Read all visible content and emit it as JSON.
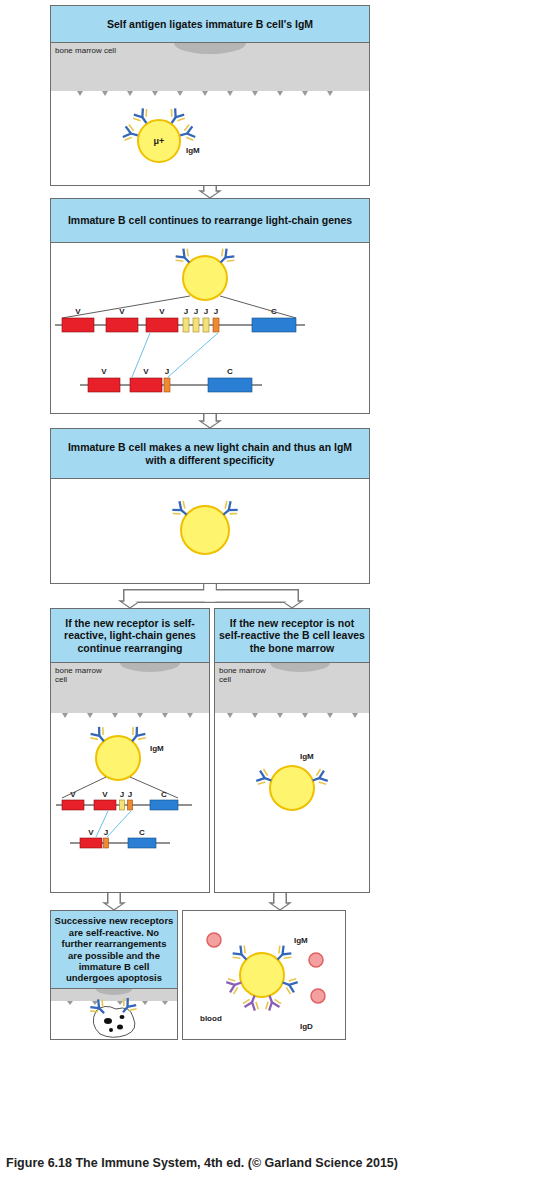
{
  "diagram": {
    "caption": "Figure 6.18 The Immune System, 4th ed. (© Garland Science 2015)",
    "nodes": [
      {
        "text": [
          "Self antigen ligates immature B cell's IgM",
          "IgM"
        ]
      },
      {
        "text": [
          "bone marrow cell"
        ],
        "in": 0
      },
      {
        "text": [
          "μ+"
        ],
        "in": 0
      },
      {
        "text": [
          "Immature B cell continues to rearrange light-chain genes",
          "V",
          "V",
          "V",
          "J",
          "J",
          "J",
          "J",
          "C",
          "V",
          "V",
          "J",
          "C"
        ]
      },
      {
        "text": [
          "Immature B cell makes a new light chain and thus an IgM with a different specificity"
        ]
      },
      {
        "text": [
          "If the new receptor is self-reactive, light-chain genes continue rearranging",
          "IgM",
          "V",
          "V",
          "J",
          "J",
          "C",
          "V",
          "J",
          "C"
        ]
      },
      {
        "text": [
          "bone marrow cell"
        ],
        "in": 5
      },
      {
        "text": [
          "If the new receptor is not self-reactive the B cell leaves the bone marrow",
          "IgM"
        ]
      },
      {
        "text": [
          "bone marrow cell"
        ],
        "in": 7
      },
      {
        "text": [
          "Successive new receptors are self-reactive. No further rearrangements are possible and the immature B cell undergoes apoptosis"
        ]
      },
      {
        "text": [
          "IgM",
          "blood",
          "IgD"
        ]
      }
    ],
    "edges": [
      {
        "from": 0,
        "to": 3,
        "arrow": "to"
      },
      {
        "from": 3,
        "to": 4,
        "arrow": "to"
      },
      {
        "from": 4,
        "to": 5,
        "arrow": "to"
      },
      {
        "from": 4,
        "to": 7,
        "arrow": "to"
      },
      {
        "from": 5,
        "to": 9,
        "arrow": "to"
      },
      {
        "from": 7,
        "to": 10,
        "arrow": "to"
      }
    ]
  }
}
